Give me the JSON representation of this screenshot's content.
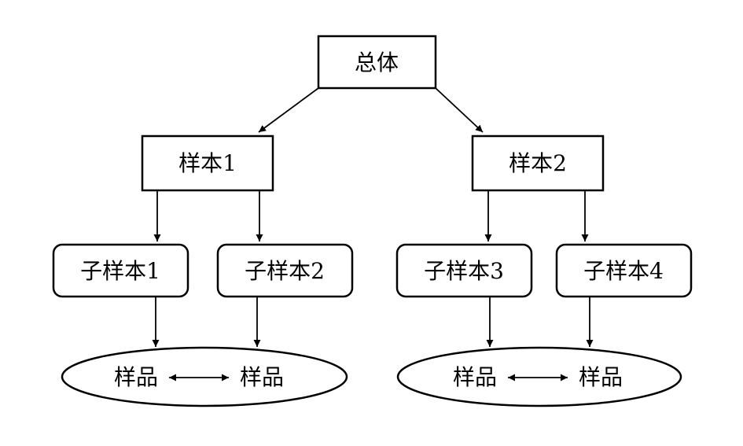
{
  "nodes": {
    "population": "总体",
    "sample1": "样本1",
    "sample2": "样本2",
    "sub1": "子样本1",
    "sub2": "子样本2",
    "sub3": "子样本3",
    "sub4": "子样本4",
    "group_left": {
      "item_a": "样品",
      "item_b": "样品"
    },
    "group_right": {
      "item_a": "样品",
      "item_b": "样品"
    }
  }
}
